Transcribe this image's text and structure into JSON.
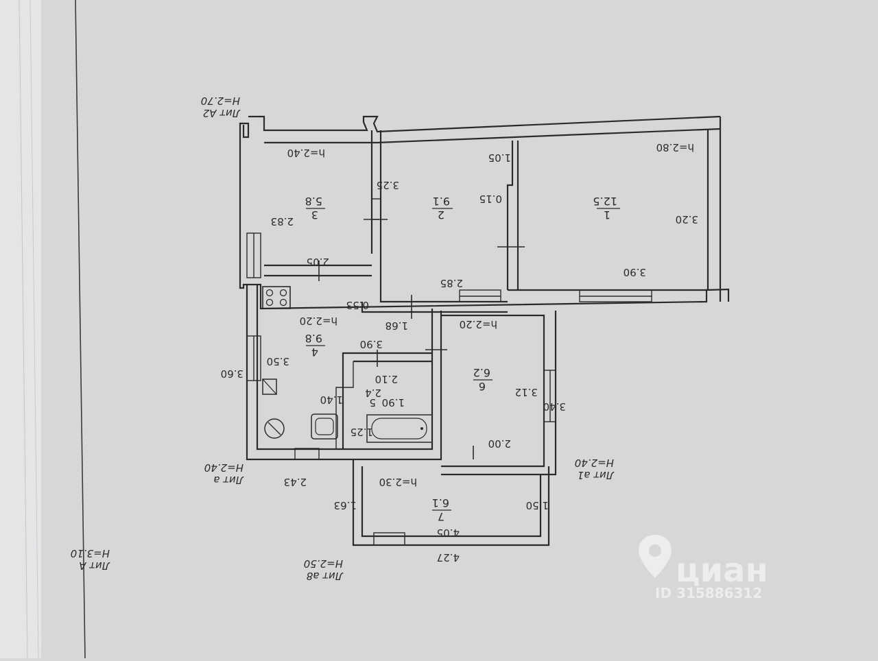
{
  "plan": {
    "lit_a": {
      "name": "Лит  А",
      "height": "H=3.10"
    },
    "lit_a2": {
      "name": "Лит  А2",
      "height": "H=2.70"
    },
    "lit_a_small": {
      "name": "Лит  а",
      "height": "H=2.40"
    },
    "lit_a1": {
      "name": "Лит  а1",
      "height": "H=2.40"
    },
    "lit_a8": {
      "name": "Лит  а8",
      "height": "H=2.50"
    },
    "rooms": {
      "r1": {
        "num": "1",
        "area": "12.5",
        "h": "h=2.80"
      },
      "r2": {
        "num": "2",
        "area": "9.1"
      },
      "r3": {
        "num": "3",
        "area": "5.8",
        "h": "h=2.40"
      },
      "r4": {
        "num": "4",
        "area": "9.8",
        "h": "h=2.20"
      },
      "r5": {
        "num": "5",
        "area": "2.4"
      },
      "r6": {
        "num": "6",
        "area": "6.2",
        "h": "h=2.20"
      },
      "r7": {
        "num": "7",
        "area": "6.1",
        "h": "h=2.30"
      }
    },
    "dims": {
      "d_3_90_a": "3.90",
      "d_3_20": "3.20",
      "d_2_85": "2.85",
      "d_3_25": "3.25",
      "d_0_15": "0.15",
      "d_1_05": "1.05",
      "d_2_05": "2.05",
      "d_2_83": "2.83",
      "d_0_53": "0.53",
      "d_1_68": "1.68",
      "d_3_90_b": "3.90",
      "d_3_50": "3.50",
      "d_3_60": "3.60",
      "d_2_10": "2.10",
      "d_1_40": "1.40",
      "d_1_90": "1.90",
      "d_1_25": "1.25",
      "d_3_12": "3.12",
      "d_3_40": "3.40",
      "d_2_00": "2.00",
      "d_2_43": "2.43",
      "d_1_63": "1.63",
      "d_1_50": "1.50",
      "d_4_05": "4.05",
      "d_4_27": "4.27"
    }
  },
  "watermark": {
    "brand": "циан",
    "id": "ID 315886312"
  },
  "colors": {
    "paper": "#d6d7d9",
    "ink": "#2a2a2a"
  }
}
